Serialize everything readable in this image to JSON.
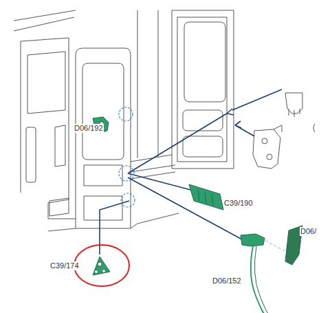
{
  "diagram": {
    "labels": [
      "D06/192",
      "C39/190",
      "D06/",
      "C39/174",
      "D06/152"
    ]
  }
}
